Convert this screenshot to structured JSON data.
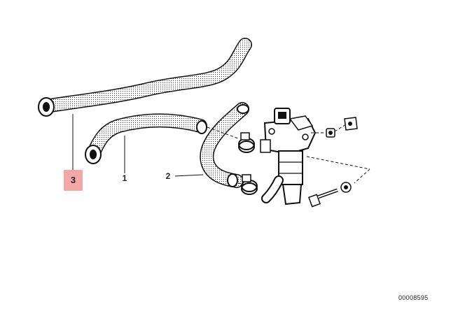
{
  "diagram": {
    "callouts": [
      {
        "label": "1"
      },
      {
        "label": "2"
      },
      {
        "label": "3",
        "highlighted": true
      }
    ],
    "diagram_id": "00008595"
  },
  "colors": {
    "highlight": "#f08a8a",
    "line": "#111111"
  }
}
